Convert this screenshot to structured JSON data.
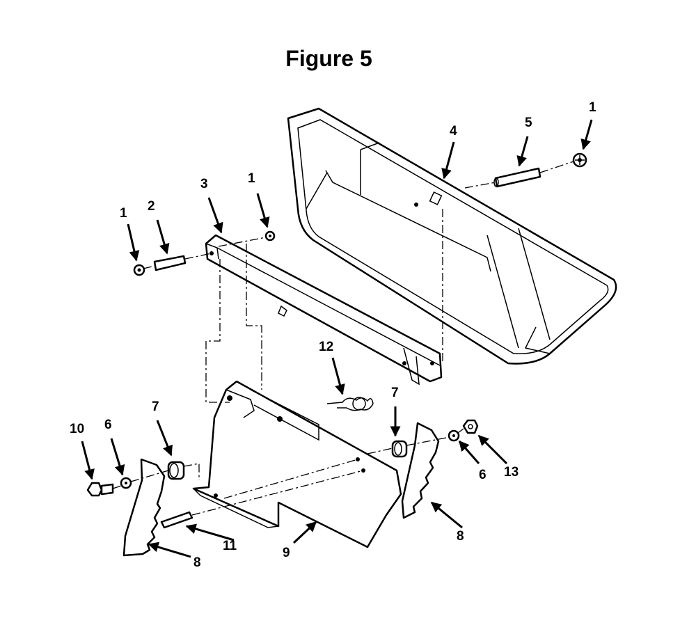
{
  "figure": {
    "title": "Figure 5"
  },
  "callouts": [
    {
      "id": "c-1a",
      "label": "1"
    },
    {
      "id": "c-1b",
      "label": "1"
    },
    {
      "id": "c-1c",
      "label": "1"
    },
    {
      "id": "c-2",
      "label": "2"
    },
    {
      "id": "c-3",
      "label": "3"
    },
    {
      "id": "c-4",
      "label": "4"
    },
    {
      "id": "c-5",
      "label": "5"
    },
    {
      "id": "c-6a",
      "label": "6"
    },
    {
      "id": "c-6b",
      "label": "6"
    },
    {
      "id": "c-7a",
      "label": "7"
    },
    {
      "id": "c-7b",
      "label": "7"
    },
    {
      "id": "c-8a",
      "label": "8"
    },
    {
      "id": "c-8b",
      "label": "8"
    },
    {
      "id": "c-9",
      "label": "9"
    },
    {
      "id": "c-10",
      "label": "10"
    },
    {
      "id": "c-11",
      "label": "11"
    },
    {
      "id": "c-12",
      "label": "12"
    },
    {
      "id": "c-13",
      "label": "13"
    }
  ],
  "colors": {
    "ink": "#000000",
    "paper": "#ffffff"
  }
}
